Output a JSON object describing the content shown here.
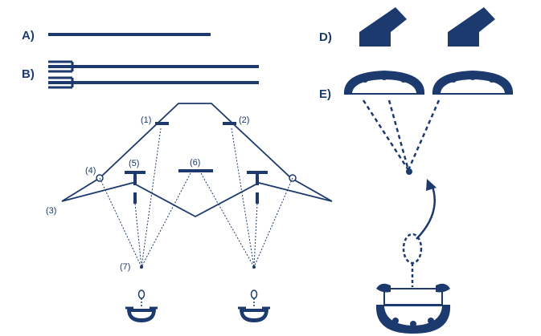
{
  "labels": {
    "a": "A)",
    "b": "B)",
    "d": "D)",
    "e": "E)",
    "n1": "(1)",
    "n2": "(2)",
    "n3": "(3)",
    "n4": "(4)",
    "n5": "(5)",
    "n6": "(6)",
    "n7": "(7)"
  },
  "colors": {
    "ink": "#1c3a6e",
    "background": "#ffffff"
  }
}
